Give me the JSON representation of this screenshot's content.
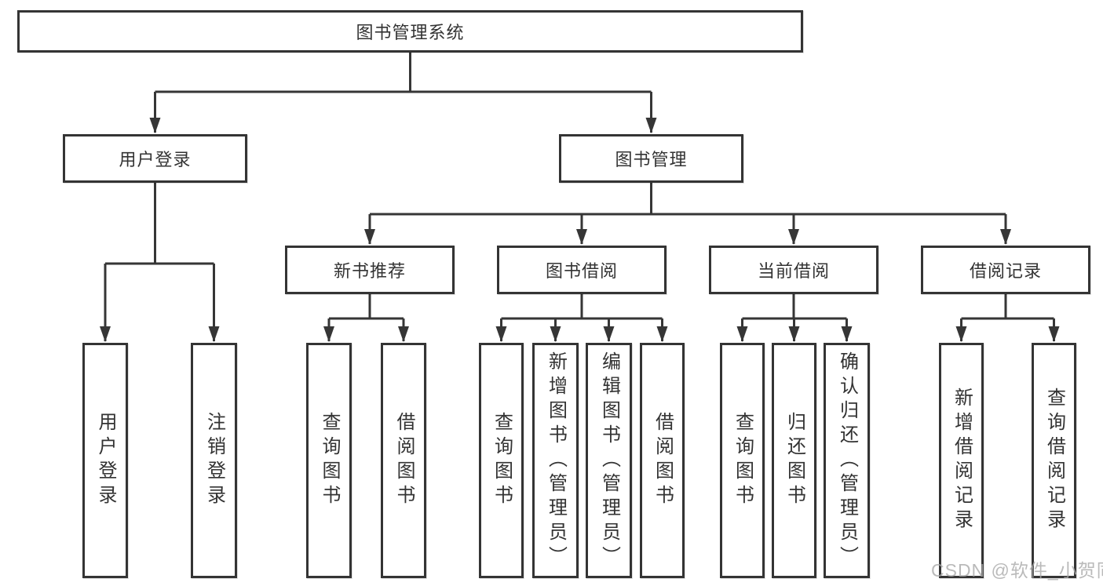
{
  "tree": {
    "label": "图书管理系统",
    "children": [
      {
        "label": "用户登录",
        "children": [
          {
            "label": "用户登录"
          },
          {
            "label": "注销登录"
          }
        ]
      },
      {
        "label": "图书管理",
        "children": [
          {
            "label": "新书推荐",
            "children": [
              {
                "label": "查询图书"
              },
              {
                "label": "借阅图书"
              }
            ]
          },
          {
            "label": "图书借阅",
            "children": [
              {
                "label": "查询图书"
              },
              {
                "label": "新增图书（管理员）"
              },
              {
                "label": "编辑图书（管理员）"
              },
              {
                "label": "借阅图书"
              }
            ]
          },
          {
            "label": "当前借阅",
            "children": [
              {
                "label": "查询图书"
              },
              {
                "label": "归还图书"
              },
              {
                "label": "确认归还（管理员）"
              }
            ]
          },
          {
            "label": "借阅记录",
            "children": [
              {
                "label": "新增借阅记录"
              },
              {
                "label": "查询借阅记录"
              }
            ]
          }
        ]
      }
    ]
  },
  "watermark": "CSDN @软件_小贺同学",
  "colors": {
    "line": "#363636",
    "text": "#333333",
    "box_background": "#ffffff",
    "watermark": "#a9a9a9",
    "page_background": "#ffffff"
  }
}
